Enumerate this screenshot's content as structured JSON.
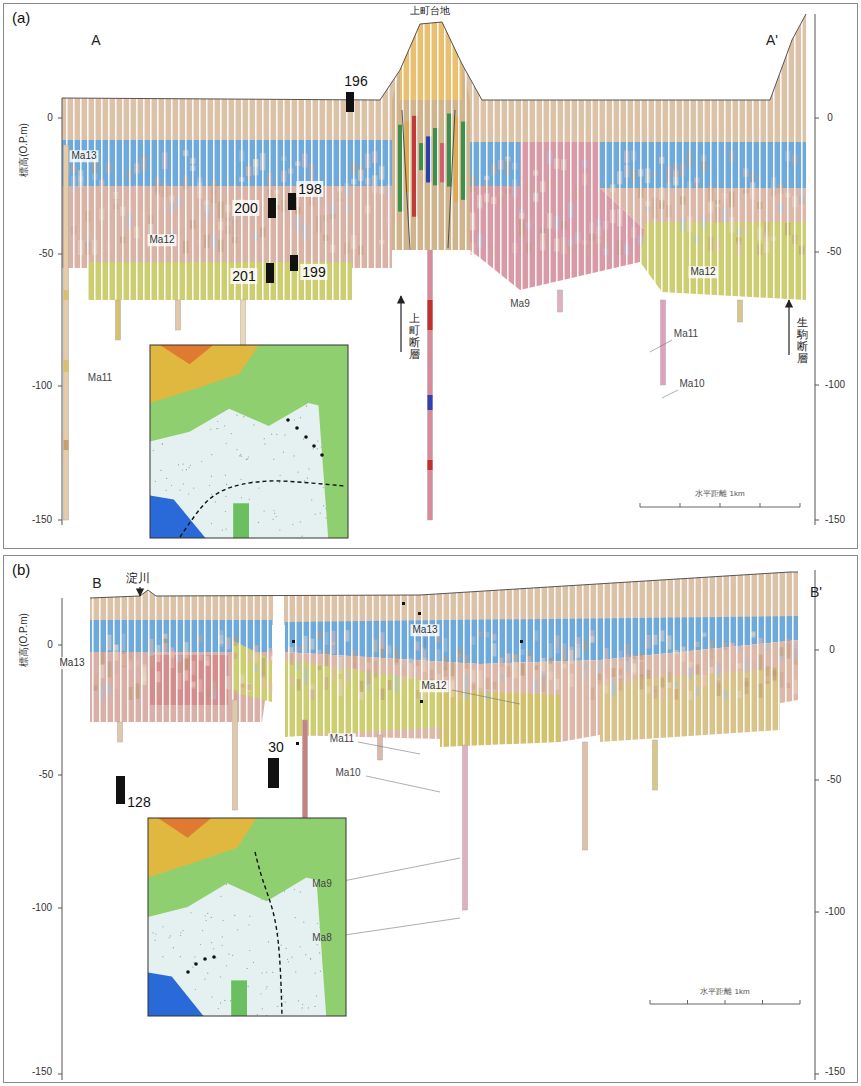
{
  "diagram": {
    "nodes": [
      {
        "text": [
          "(a)"
        ]
      },
      {
        "text": [
          "(b)"
        ]
      }
    ],
    "labels": [
      "A",
      "A'",
      "上町台地",
      "標高(O.P.m)",
      "0",
      "-50",
      "-100",
      "-150",
      "0",
      "-50",
      "-100",
      "-150",
      "196",
      "200",
      "198",
      "201",
      "199",
      "Ma13",
      "Ma12",
      "Ma11",
      "Ma9",
      "Ma12",
      "Ma11",
      "Ma10",
      "上町断層",
      "生駒断層",
      "水平距離 1km",
      "B",
      "B'",
      "淀川",
      "標高(O.P.m)",
      "0",
      "-50",
      "-100",
      "-150",
      "0",
      "-50",
      "-100",
      "-150",
      "128",
      "30",
      "Ma13",
      "Ma13",
      "Ma12",
      "Ma11",
      "Ma10",
      "Ma9",
      "Ma8",
      "水平距離 1km"
    ]
  }
}
